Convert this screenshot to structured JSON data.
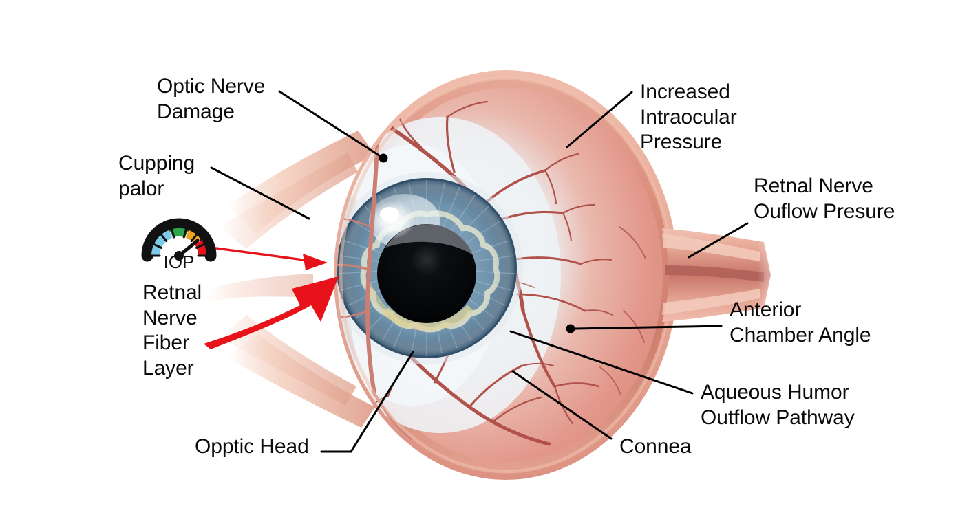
{
  "diagram": {
    "subject": "Human eye cross-section — glaucoma",
    "background_color": "#ffffff",
    "label_color": "#0a0a0a",
    "arrow_color": "#e8131a",
    "leader_color": "#000000"
  },
  "labels": {
    "optic_nerve_damage": "Optic Nerve\nDamage",
    "cupping_palor": "Cupping\npalor",
    "retinal_nerve_fiber_layer": "Retnal\nNerve\nFiber\nLayer",
    "increased_intraocular_pressure": "Increased\nIntraocular\nPressure",
    "retinal_nerve_outflow_pressure": "Retnal Nerve\nOuflow Presure",
    "anterior_chamber_angle": "Anterior\nChamber Angle",
    "aqueous_humor_outflow_pathway": "Aqueous Humor\nOutflow Pathway",
    "optic_head": "Opptic Head",
    "cornea": "Connea"
  },
  "gauge": {
    "label": "IOP",
    "segments": [
      {
        "name": "low",
        "color": "#7ec9e8"
      },
      {
        "name": "normal",
        "color": "#2aa84a"
      },
      {
        "name": "elevated",
        "color": "#f0a31e"
      },
      {
        "name": "high",
        "color": "#e8131a"
      }
    ],
    "needle_color": "#111111",
    "bezel_color": "#111111"
  },
  "anatomy": {
    "sclera_outer_rim": "#dd9384",
    "sclera_body": "#e79f94",
    "conjunctiva_vessels": "#b54a44",
    "vitreous_pale": "#e9eef2",
    "iris_blue": "#6d8fa8",
    "pupil_black": "#050608",
    "optic_nerve": "#dfa195",
    "cornea_gray": "#9aa2a8",
    "optic_head_pink": "#efa9a2"
  }
}
